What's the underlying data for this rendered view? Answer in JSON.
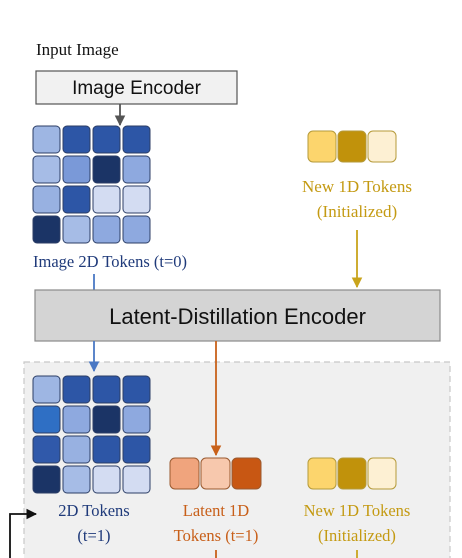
{
  "labels": {
    "input_image": "Input Image",
    "image_encoder": "Image Encoder",
    "new_tokens_top_line1": "New 1D Tokens",
    "new_tokens_top_line2": "(Initialized)",
    "image_2d_tokens": "Image 2D Tokens (t=0)",
    "latent_distillation_encoder": "Latent-Distillation Encoder",
    "tokens_2d_line1": "2D Tokens",
    "tokens_2d_line2": "(t=1)",
    "latent_1d_line1": "Latent 1D",
    "latent_1d_line2": "Tokens (t=1)",
    "new_tokens_bottom_line1": "New 1D Tokens",
    "new_tokens_bottom_line2": "(Initialized)"
  },
  "colors": {
    "navy_text": "#1f3a7a",
    "gold_text": "#c49a12",
    "orange_text": "#c85f19",
    "gold_arrow": "#c9a41c",
    "orange_arrow": "#c8611a",
    "blue_arrow": "#4a78c4",
    "encoder_fill": "#d4d4d4",
    "panel_fill": "#f0f0f0",
    "grid_top": [
      [
        "#9eb6e3",
        "#2d56a6",
        "#2d56a6",
        "#2d56a6"
      ],
      [
        "#a6bce6",
        "#7a99d8",
        "#1b3466",
        "#8ea9df"
      ],
      [
        "#98b1e1",
        "#2d56a6",
        "#d3dcf2",
        "#d3dcf2"
      ],
      [
        "#1b3466",
        "#a6bce6",
        "#8ea9df",
        "#8ea9df"
      ]
    ],
    "grid_bottom": [
      [
        "#9eb6e3",
        "#2d56a6",
        "#2d56a6",
        "#2d56a6"
      ],
      [
        "#2f6fc4",
        "#8ea9df",
        "#1b3466",
        "#8ea9df"
      ],
      [
        "#3059aa",
        "#98b1e1",
        "#2d56a6",
        "#2d56a6"
      ],
      [
        "#1b3466",
        "#a6bce6",
        "#d3dcf2",
        "#d3dcf2"
      ]
    ],
    "new_tokens": [
      "#fcd56d",
      "#c1920b",
      "#fdf0d3"
    ],
    "latent_tokens": [
      "#f0a47d",
      "#f7c8ad",
      "#c85713"
    ]
  }
}
